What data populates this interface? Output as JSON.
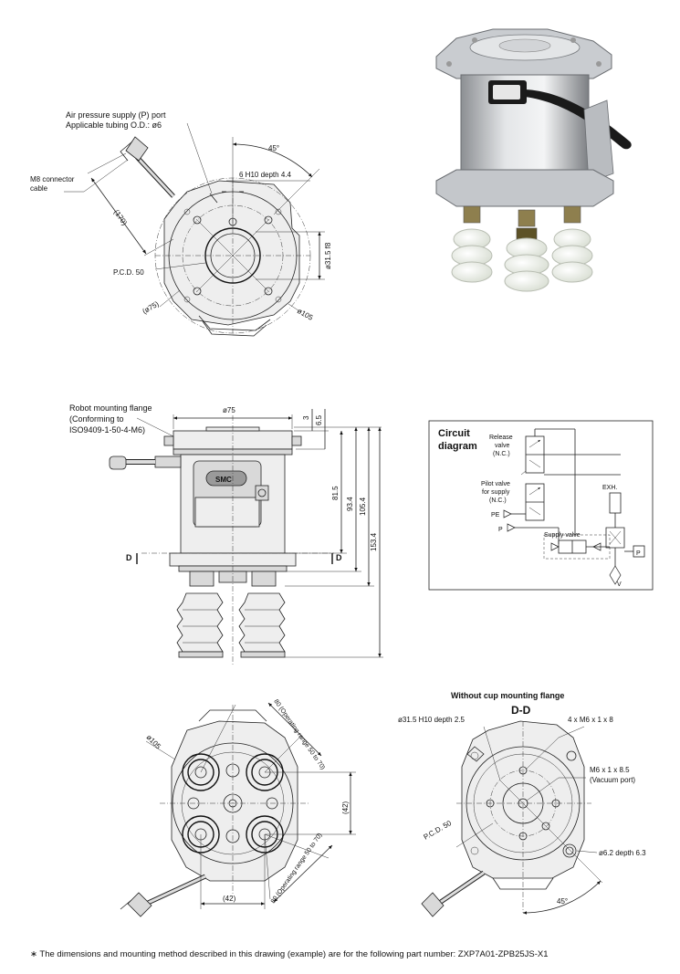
{
  "top_view": {
    "air_port_line1": "Air pressure supply (P) port",
    "air_port_line2": "Applicable tubing O.D.: ø6",
    "connector_line1": "M8 connector",
    "connector_line2": "cable",
    "angle": "45°",
    "hole": "6 H10 depth 4.4",
    "len": "(170)",
    "bore": "ø31.5 f8",
    "pcd": "P.C.D. 50",
    "dia75": "(ø75)",
    "dia105": "ø105"
  },
  "side_view": {
    "flange_line1": "Robot mounting flange",
    "flange_line2": "(Conforming to",
    "flange_line3": "ISO9409-1-50-4-M6)",
    "dia75": "ø75",
    "d3": "3",
    "d65": "6.5",
    "d815": "81.5",
    "d934": "93.4",
    "d1054": "105.4",
    "d1534": "153.4",
    "section_left": "D",
    "section_right": "D",
    "logo": "SMC"
  },
  "circuit": {
    "title_line1": "Circuit",
    "title_line2": "diagram",
    "release_line1": "Release",
    "release_line2": "valve",
    "release_line3": "(N.C.)",
    "pilot_line1": "Pilot valve",
    "pilot_line2": "for supply",
    "pilot_line3": "(N.C.)",
    "exh": "EXH.",
    "pe": "PE",
    "p": "P",
    "supply": "Supply valve",
    "v": "V"
  },
  "bottom_view": {
    "dia105": "ø105",
    "range_top": "80 (Operating range 50 to 70)",
    "range_bottom": "80 (Operating range 50 to 70)",
    "v42": "(42)",
    "h42": "(42)"
  },
  "section_view": {
    "caption": "Without cup mounting flange",
    "label": "D-D",
    "bore": "ø31.5 H10 depth 2.5",
    "thread1": "4 x M6 x 1 x 8",
    "thread2_line1": "M6 x 1 x 8.5",
    "thread2_line2": "(Vacuum port)",
    "pcd": "P.C.D. 50",
    "pin": "ø6.2 depth 6.3",
    "angle": "45°"
  },
  "footnote": "∗  The dimensions and mounting method described in this drawing (example) are for the following part number: ZXP7A01-ZPB25JS-X1"
}
